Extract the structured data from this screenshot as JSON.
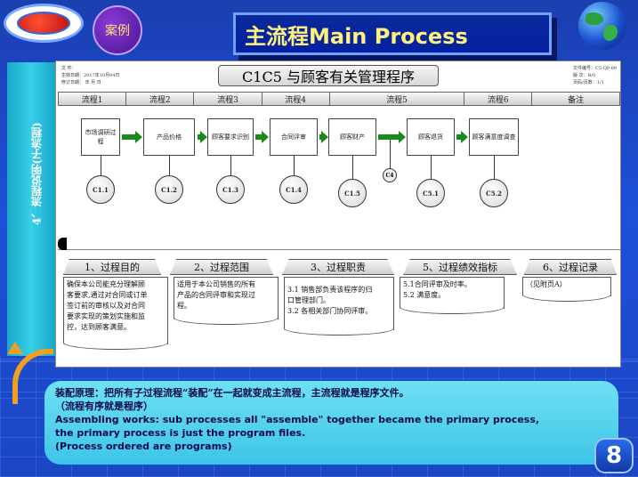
{
  "header": {
    "case_label": "案例",
    "title": "主流程Main Process"
  },
  "document": {
    "meta_left": [
      "文 件：",
      "生效日期：2017年10月04日",
      "修订日期：  年 月 日"
    ],
    "meta_right": [
      "文件编号：C5-QP-09",
      "版  次：B/0",
      "页码/页数：1/1"
    ],
    "title": "C1C5 与顾客有关管理程序",
    "stages": [
      "流程1",
      "流程2",
      "流程3",
      "流程4",
      "流程5",
      "流程6",
      "备注"
    ],
    "vertical_label": "4、流程说明(子流程)",
    "process_boxes": [
      "市场调研过程",
      "产品价格",
      "顾客要求识别",
      "合同评审",
      "顾客财产",
      "顾客退货",
      "顾客满意度调查"
    ],
    "circles": [
      "C1.1",
      "C1.2",
      "C1.3",
      "C1.4",
      "C1.5",
      "C5.1",
      "C5.2"
    ],
    "extra_circle": "C4",
    "tabs": [
      "1、过程目的",
      "2、过程范围",
      "3、过程职责",
      "5、过程绩效指标",
      "6、过程记录"
    ],
    "notes": [
      [
        "确保本公司能充分理解顾",
        "客要求,通过对合同或订单",
        "签订前的审核以及对合同",
        "要求实现的策划实施和监",
        "控，达到顾客满意。"
      ],
      [
        "适用于本公司销售的所有",
        "产品的合同评审和实现过",
        "程。"
      ],
      [
        "3.1 销售部负责该程序的归",
        "口管理部门。",
        "3.2 各相关部门协同评审。"
      ],
      [
        "5.1合同评审及时率。",
        "5.2 满意度。"
      ],
      [
        "（见附页A）"
      ]
    ]
  },
  "bottom_panel": {
    "line1_cn": "装配原理：把所有子过程流程“装配”在一起就变成主流程，主流程就是程序文件。",
    "line2_cn": "（流程有序就是程序）",
    "line3_en": "Assembling works: sub processes all \"assemble\" together became the primary process,",
    "line4_en": "the primary process is just the program files.",
    "line5_en": " (Process ordered are programs)"
  },
  "page_number": "8",
  "colors": {
    "background": "#1f4fd8",
    "title_text": "#fff27a",
    "panel": "#4fd0ee",
    "arrow": "#1a8a1a"
  }
}
